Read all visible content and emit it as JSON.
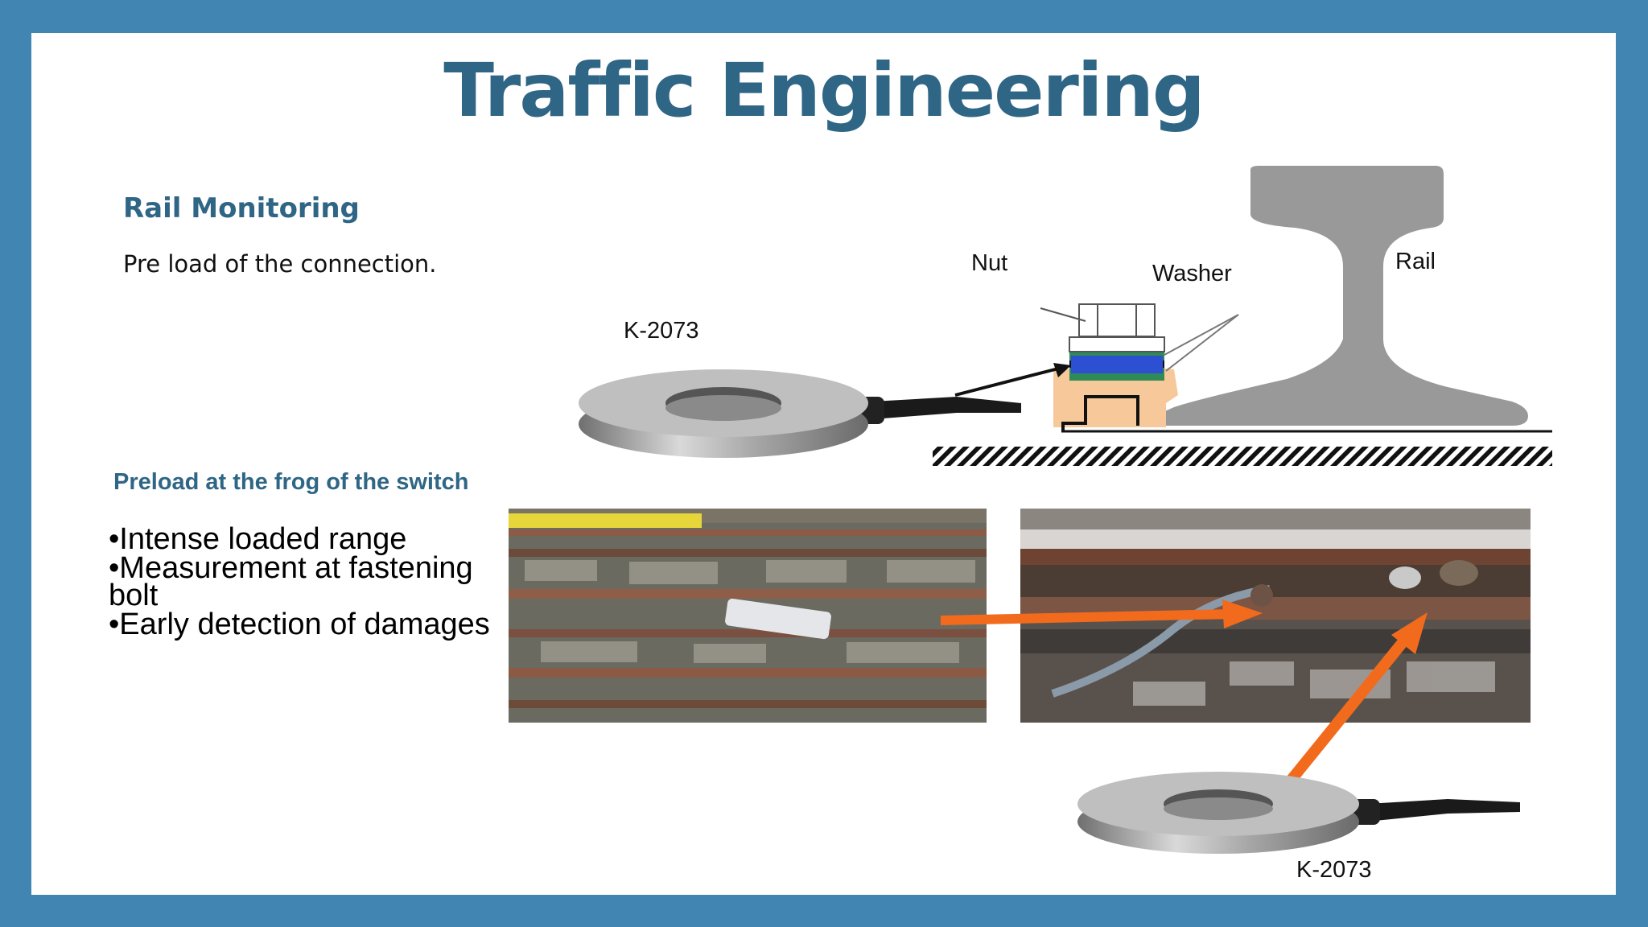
{
  "slide": {
    "title": "Traffic Engineering",
    "section": {
      "heading": "Rail Monitoring",
      "text": "Pre load of the connection."
    },
    "diagram": {
      "labels": {
        "nut": "Nut",
        "washer": "Washer",
        "rail": "Rail",
        "sensor_top": "K-2073"
      }
    },
    "frog": {
      "heading": "Preload at the frog of the switch",
      "bullets": [
        "•Intense loaded range",
        "•Measurement at fastening bolt",
        "•Early detection of damages"
      ],
      "sensor_bottom": "K-2073"
    }
  },
  "colors": {
    "frame": "#4186b2",
    "title": "#2f6685",
    "rail_gray": "#999999",
    "washer_blue": "#2d4fd1",
    "washer_green": "#2e8b57",
    "clamp_tan": "#f7c99a",
    "arrow_orange": "#f26b1d"
  }
}
